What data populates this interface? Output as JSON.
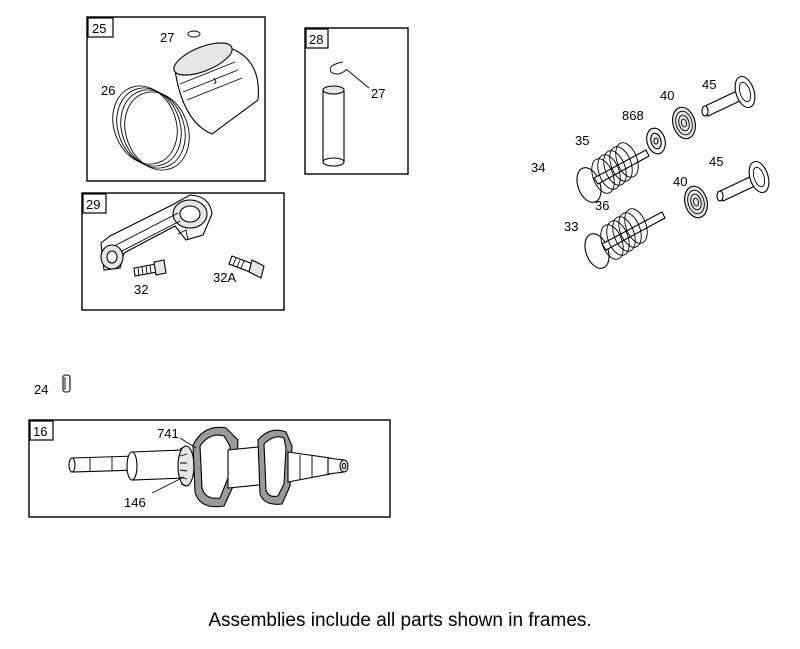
{
  "frames": {
    "f25": "25",
    "f28": "28",
    "f29": "29",
    "f16": "16"
  },
  "callouts": {
    "c27a": "27",
    "c26": "26",
    "c27b": "27",
    "c32": "32",
    "c32a": "32A",
    "c24": "24",
    "c741": "741",
    "c146": "146",
    "c45a": "45",
    "c40a": "40",
    "c868": "868",
    "c35": "35",
    "c34": "34",
    "c45b": "45",
    "c40b": "40",
    "c36": "36",
    "c33": "33"
  },
  "footer": "Assemblies include all parts shown in frames."
}
